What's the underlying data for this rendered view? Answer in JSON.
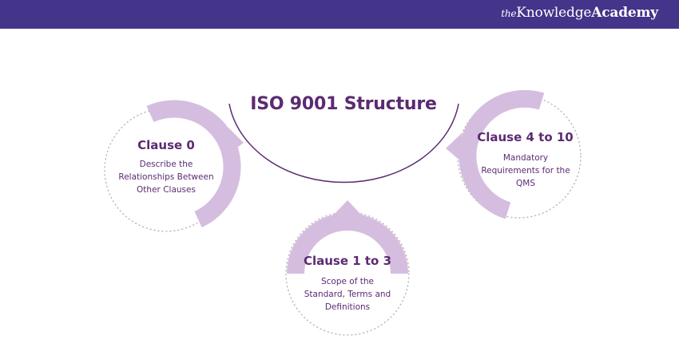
{
  "brand": {
    "prefix": "the",
    "knowledge": "Knowledge",
    "academy": "Academy"
  },
  "colors": {
    "header": "#44348a",
    "accent": "#d5bde0",
    "text": "#5b2b72",
    "dots": "#bdbdbd"
  },
  "title": "ISO 9001 Structure",
  "clauses": [
    {
      "title": "Clause 0",
      "description": "Describe the Relationships Between Other Clauses"
    },
    {
      "title": "Clause 1 to 3",
      "description": "Scope of the Standard, Terms and Definitions"
    },
    {
      "title": "Clause 4 to 10",
      "description": "Mandatory Requirements for the QMS"
    }
  ]
}
